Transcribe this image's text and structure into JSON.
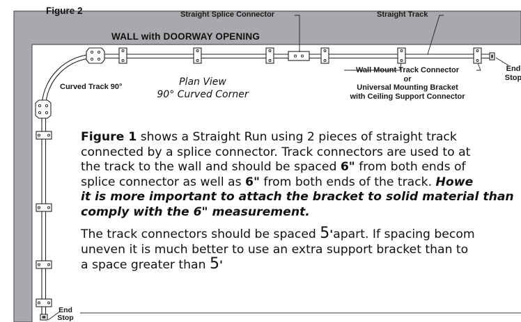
{
  "figure": {
    "title": "Figure 2",
    "wall_label": "WALL with DOORWAY OPENING",
    "labels": {
      "straight_splice": "Straight Splice Connector",
      "straight_track": "Straight Track",
      "end_stop_right_line1": "End",
      "end_stop_right_line2": "Stop",
      "wall_mount_line1": "Wall Mount Track Connector",
      "wall_mount_line2": "or",
      "wall_mount_line3": "Universal Mounting Bracket",
      "wall_mount_line4": "with Ceiling Support Connector",
      "curved_track": "Curved Track 90°",
      "plan_view_line1": "Plan View",
      "plan_view_line2": "90° Curved Corner",
      "end_stop_left_line1": "End",
      "end_stop_left_line2": "Stop"
    }
  },
  "body": {
    "p1": {
      "l1_bold": "Figure 1",
      "l1_rest": " shows a Straight Run using 2 pieces of straight track",
      "l2": "connected by a splice connector. Track connectors are used to at",
      "l3_a": "the track to the wall and should be spaced ",
      "l3_b": "6\"",
      "l3_c": " from both ends of",
      "l4_a": "splice connector as well as ",
      "l4_b": "6\"",
      "l4_c": " from both ends of the track. ",
      "l4_d": "Howe",
      "l5": "it is more important to attach the bracket to solid material than",
      "l6": "comply with the 6\" measurement."
    },
    "p2": {
      "l1_a": "The track connectors should be spaced ",
      "l1_five": "5",
      "l1_tick": "'",
      "l1_b": "apart. If spacing becom",
      "l2": "uneven it is much better to use an extra support bracket than to",
      "l3_a": "a space greater than ",
      "l3_five": "5",
      "l3_tick": "'"
    }
  }
}
